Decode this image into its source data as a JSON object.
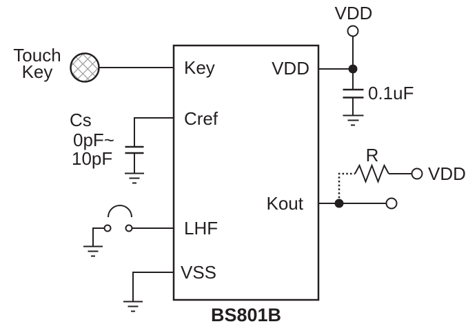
{
  "diagram": {
    "touch_sensor": {
      "label_line1": "Touch",
      "label_line2": "Key"
    },
    "cs_capacitor": {
      "name": "Cs",
      "range_line1": "0pF~",
      "range_line2": "10pF"
    },
    "ic": {
      "name": "BS801B",
      "pins": {
        "key": "Key",
        "cref": "Cref",
        "lhf": "LHF",
        "vss": "VSS",
        "vdd": "VDD",
        "kout": "Kout"
      }
    },
    "power": {
      "vdd_top_label": "VDD",
      "decoupling_cap_value": "0.1uF"
    },
    "output": {
      "pullup_resistor_label": "R",
      "vdd_right_label": "VDD"
    }
  },
  "icons": {
    "touch-pad-icon": "crosshatched-circle",
    "ground-icon": "three-bar-earth-ground",
    "capacitor-icon": "two-parallel-plates",
    "resistor-icon": "zigzag",
    "switch-icon": "two-contacts-with-arc",
    "terminal-icon": "open-circle",
    "junction-dot-icon": "filled-circle"
  },
  "colors": {
    "line": "#231f20",
    "text": "#231f20",
    "hatch": "#9a9a9a",
    "background": "#ffffff"
  }
}
